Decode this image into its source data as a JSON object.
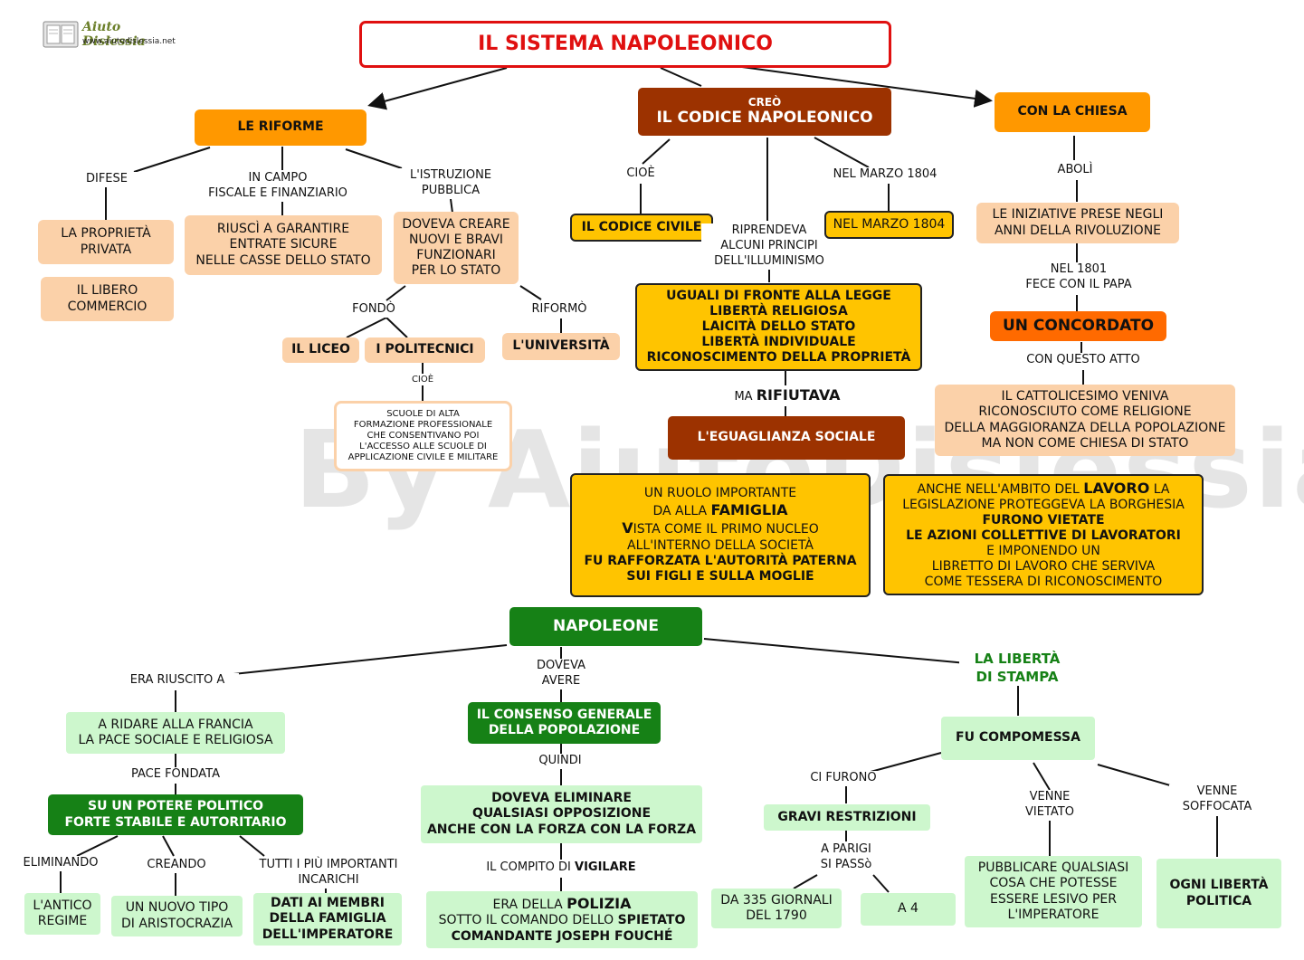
{
  "logo": {
    "name": "Aiuto Dislessia",
    "url": "www.aiutodislessia.net"
  },
  "watermark": "By AiutoDislessia.net",
  "title": "IL SISTEMA NAPOLEONICO",
  "riforme": {
    "heading": "LE RIFORME",
    "difese_label": "DIFESE",
    "proprieta": [
      "LA PROPRIETÀ",
      "PRIVATA"
    ],
    "libero": [
      "IL LIBERO",
      "COMMERCIO"
    ],
    "fiscale_label": [
      "IN CAMPO",
      "FISCALE E FINANZIARIO"
    ],
    "fiscale_box": [
      "RIUSCÌ A GARANTIRE",
      "ENTRATE SICURE",
      "NELLE CASSE DELLO STATO"
    ],
    "istruzione_label": [
      "L'ISTRUZIONE",
      "PUBBLICA"
    ],
    "istruzione_box": [
      "DOVEVA CREARE",
      "NUOVI E BRAVI",
      "FUNZIONARI",
      "PER LO STATO"
    ],
    "fondo_label": "FONDÒ",
    "liceo": "IL LICEO",
    "politecnici": "I POLITECNICI",
    "cioe_small": "CIOÈ",
    "scuole": [
      "SCUOLE DI ALTA",
      "FORMAZIONE PROFESSIONALE",
      "CHE CONSENTIVANO POI",
      "L'ACCESSO ALLE SCUOLE DI",
      "APPLICAZIONE CIVILE E MILITARE"
    ],
    "riformo_label": "RIFORMÒ",
    "universita": "L'UNIVERSITÀ"
  },
  "codice": {
    "small": "CREÒ",
    "heading": "IL CODICE NAPOLEONICO",
    "cioe_label": "CIOÈ",
    "civile": "IL CODICE CIVILE",
    "riprendeva_label": [
      "RIPRENDEVA",
      "ALCUNI PRINCIPI",
      "DELL'ILLUMINISMO"
    ],
    "marzo_label": "NEL MARZO 1804",
    "marzo_box": "NEL MARZO 1804",
    "principi": [
      "UGUALI DI FRONTE ALLA LEGGE",
      "LIBERTÀ RELIGIOSA",
      "LAICITÀ DELLO STATO",
      "LIBERTÀ INDIVIDUALE",
      "RICONOSCIMENTO DELLA PROPRIETÀ"
    ],
    "ma_label": "MA",
    "rifiutava_label": "RIFIUTAVA",
    "eguaglianza": "L'EGUAGLIANZA SOCIALE",
    "famiglia": {
      "l1": "UN RUOLO IMPORTANTE",
      "l2a": "DA ALLA ",
      "l2b": "FAMIGLIA",
      "l3a": "V",
      "l3b": "ISTA COME IL PRIMO NUCLEO",
      "l4": "ALL'INTERNO DELLA SOCIETÀ",
      "l5": "FU RAFFORZATA L'AUTORITÀ PATERNA",
      "l6": "SUI FIGLI E SULLA MOGLIE"
    },
    "lavoro": {
      "l1a": "ANCHE  NELL'AMBITO  DEL ",
      "l1b": "LAVORO",
      "l1c": " LA",
      "l2": "LEGISLAZIONE  PROTEGGEVA  LA  BORGHESIA",
      "l3": "FURONO VIETATE",
      "l4": "LE AZIONI COLLETTIVE DI LAVORATORI",
      "l5": "E IMPONENDO UN",
      "l6": "LIBRETTO DI LAVORO CHE SERVIVA",
      "l7": "COME TESSERA DI RICONOSCIMENTO"
    }
  },
  "chiesa": {
    "heading": "CON LA CHIESA",
    "aboli_label": "ABOLÌ",
    "iniziative": [
      "LE INIZIATIVE PRESE NEGLI",
      "ANNI DELLA RIVOLUZIONE"
    ],
    "papa_label": [
      "NEL 1801",
      "FECE CON IL PAPA"
    ],
    "concordato": "UN CONCORDATO",
    "atto_label": "CON QUESTO ATTO",
    "cattolicesimo": [
      "IL CATTOLICESIMO VENIVA",
      "RICONOSCIUTO COME RELIGIONE",
      "DELLA MAGGIORANZA DELLA POPOLAZIONE",
      "MA NON COME CHIESA DI STATO"
    ]
  },
  "napoleone": {
    "heading": "NAPOLEONE",
    "riuscito_label": "ERA RIUSCITO A",
    "pace": [
      "A RIDARE ALLA FRANCIA",
      "LA PACE SOCIALE E RELIGIOSA"
    ],
    "pace_fondata_label": "PACE FONDATA",
    "potere": [
      "SU  UN  POTERE  POLITICO",
      "FORTE  STABILE E AUTORITARIO"
    ],
    "eliminando_label": "ELIMINANDO",
    "antico": [
      "L'ANTICO",
      "REGIME"
    ],
    "creando_label": "CREANDO",
    "aristocrazia": [
      "UN NUOVO TIPO",
      "DI ARISTOCRAZIA"
    ],
    "incarichi_label": [
      "TUTTI I PIÙ IMPORTANTI",
      "INCARICHI"
    ],
    "famiglia_imp": [
      "DATI AI MEMBRI",
      "DELLA FAMIGLIA",
      "DELL'IMPERATORE"
    ],
    "doveva_label": [
      "DOVEVA",
      "AVERE"
    ],
    "consenso": [
      "IL CONSENSO GENERALE",
      "DELLA POPOLAZIONE"
    ],
    "quindi_label": "QUINDI",
    "opposizione": [
      "DOVEVA ELIMINARE",
      "QUALSIASI OPPOSIZIONE",
      "ANCHE CON LA FORZA CON LA FORZA"
    ],
    "compito_label_a": "IL COMPITO DI ",
    "compito_label_b": "VIGILARE",
    "polizia": {
      "l1a": "ERA DELLA ",
      "l1b": "POLIZIA",
      "l2a": "SOTTO IL COMANDO DELLO ",
      "l2b": "SPIETATO",
      "l3": "COMANDANTE JOSEPH FOUCHÉ"
    },
    "stampa": [
      "LA LIBERTÀ",
      "DI STAMPA"
    ],
    "compomessa": "FU COMPOMESSA",
    "furono_label": "CI FURONO",
    "restrizioni": "GRAVI RESTRIZIONI",
    "parigi_label": [
      "A PARIGI",
      "SI PASSò"
    ],
    "giornali": [
      "DA 335 GIORNALI",
      "DEL 1790"
    ],
    "a4": "A 4",
    "vietato_label": [
      "VENNE",
      "VIETATO"
    ],
    "pubblicare": [
      "PUBBLICARE QUALSIASI",
      "COSA CHE POTESSE",
      "ESSERE LESIVO PER",
      "L'IMPERATORE"
    ],
    "soffocata_label": [
      "VENNE",
      "SOFFOCATA"
    ],
    "liberta_politica": [
      "OGNI LIBERTÀ",
      "POLITICA"
    ]
  },
  "colors": {
    "title_red": "#e01010",
    "orange": "#ff9800",
    "peach": "#fbd1a9",
    "brown": "#9c3200",
    "yellow": "#ffc400",
    "bright_orange": "#ff6a00",
    "green": "#168116",
    "light_green": "#cdf7cd"
  }
}
